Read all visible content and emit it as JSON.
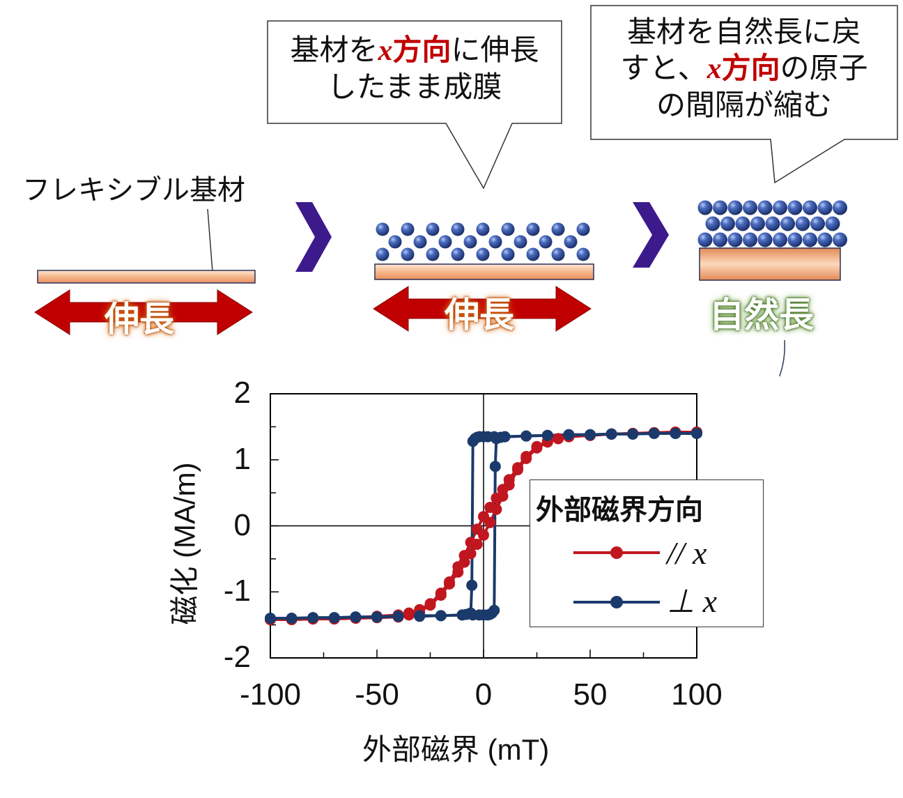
{
  "callouts": {
    "middle": {
      "l1_pre": "基材を",
      "l1_x": "x",
      "l1_hl": "方向",
      "l1_post": "に伸長",
      "l2": "したまま成膜"
    },
    "right": {
      "l1": "基材を自然長に戻",
      "l2_pre": "すと、",
      "l2_x": "x",
      "l2_hl": "方向",
      "l2_post": "の原子",
      "l3": "の間隔が縮む"
    }
  },
  "substrate_label": "フレキシブル基材",
  "stages": {
    "stage1_label": "伸長",
    "stage2_label": "伸長",
    "stage3_label": "自然長"
  },
  "colors": {
    "arrow_red": "#c00000",
    "chevron": "#3d1a8c",
    "atom": "#2f4f9f",
    "substrate": "#f0a070",
    "series_parallel": "#c0161f",
    "series_perp": "#1b3a6b",
    "green_text": "#5a8a2e"
  },
  "chart_data": {
    "type": "line",
    "xlabel": "外部磁界 (mT)",
    "ylabel": "磁化 (MA/m)",
    "xlim": [
      -100,
      100
    ],
    "ylim": [
      -2,
      2
    ],
    "xticks": [
      "-100",
      "-50",
      "0",
      "50",
      "100"
    ],
    "yticks": [
      "2",
      "1",
      "0",
      "-1",
      "-2"
    ],
    "grid": false,
    "legend": {
      "title": "外部磁界方向",
      "position": "right-center"
    },
    "series": [
      {
        "name": "// x",
        "color": "#c0161f",
        "branches": [
          [
            [
              -100,
              -1.42
            ],
            [
              -90,
              -1.42
            ],
            [
              -80,
              -1.41
            ],
            [
              -70,
              -1.41
            ],
            [
              -60,
              -1.4
            ],
            [
              -50,
              -1.39
            ],
            [
              -40,
              -1.38
            ],
            [
              -35,
              -1.35
            ],
            [
              -30,
              -1.3
            ],
            [
              -25,
              -1.2
            ],
            [
              -20,
              -1.05
            ],
            [
              -16,
              -0.88
            ],
            [
              -12,
              -0.7
            ],
            [
              -9,
              -0.55
            ],
            [
              -6,
              -0.42
            ],
            [
              -3,
              -0.28
            ],
            [
              0,
              -0.14
            ],
            [
              3,
              0.05
            ],
            [
              6,
              0.25
            ],
            [
              9,
              0.45
            ],
            [
              12,
              0.62
            ],
            [
              16,
              0.85
            ],
            [
              20,
              1.02
            ],
            [
              25,
              1.18
            ],
            [
              30,
              1.27
            ],
            [
              35,
              1.32
            ],
            [
              40,
              1.35
            ],
            [
              50,
              1.37
            ],
            [
              60,
              1.39
            ],
            [
              70,
              1.4
            ],
            [
              80,
              1.41
            ],
            [
              90,
              1.42
            ],
            [
              100,
              1.42
            ]
          ],
          [
            [
              100,
              1.42
            ],
            [
              90,
              1.42
            ],
            [
              80,
              1.41
            ],
            [
              70,
              1.4
            ],
            [
              60,
              1.39
            ],
            [
              50,
              1.37
            ],
            [
              40,
              1.35
            ],
            [
              35,
              1.32
            ],
            [
              30,
              1.28
            ],
            [
              25,
              1.2
            ],
            [
              20,
              1.05
            ],
            [
              16,
              0.88
            ],
            [
              12,
              0.7
            ],
            [
              9,
              0.55
            ],
            [
              6,
              0.42
            ],
            [
              3,
              0.28
            ],
            [
              0,
              0.14
            ],
            [
              -3,
              -0.05
            ],
            [
              -6,
              -0.25
            ],
            [
              -9,
              -0.45
            ],
            [
              -12,
              -0.62
            ],
            [
              -16,
              -0.85
            ],
            [
              -20,
              -1.02
            ],
            [
              -25,
              -1.18
            ],
            [
              -30,
              -1.27
            ],
            [
              -35,
              -1.32
            ],
            [
              -40,
              -1.35
            ],
            [
              -50,
              -1.37
            ],
            [
              -60,
              -1.39
            ],
            [
              -70,
              -1.4
            ],
            [
              -80,
              -1.41
            ],
            [
              -90,
              -1.42
            ],
            [
              -100,
              -1.42
            ]
          ]
        ]
      },
      {
        "name": "⊥ x",
        "color": "#1b3a6b",
        "branches": [
          [
            [
              -100,
              -1.4
            ],
            [
              -90,
              -1.4
            ],
            [
              -80,
              -1.39
            ],
            [
              -70,
              -1.39
            ],
            [
              -60,
              -1.38
            ],
            [
              -50,
              -1.38
            ],
            [
              -40,
              -1.37
            ],
            [
              -30,
              -1.36
            ],
            [
              -20,
              -1.36
            ],
            [
              -10,
              -1.35
            ],
            [
              -5,
              -1.35
            ],
            [
              -2,
              -1.35
            ],
            [
              0,
              -1.35
            ],
            [
              2,
              -1.35
            ],
            [
              3,
              -1.34
            ],
            [
              4,
              -1.32
            ],
            [
              5,
              -1.28
            ],
            [
              5.5,
              0.9
            ],
            [
              6,
              1.32
            ],
            [
              8,
              1.34
            ],
            [
              10,
              1.35
            ],
            [
              20,
              1.36
            ],
            [
              30,
              1.37
            ],
            [
              40,
              1.38
            ],
            [
              50,
              1.38
            ],
            [
              60,
              1.39
            ],
            [
              70,
              1.39
            ],
            [
              80,
              1.4
            ],
            [
              90,
              1.4
            ],
            [
              100,
              1.4
            ]
          ],
          [
            [
              100,
              1.4
            ],
            [
              90,
              1.4
            ],
            [
              80,
              1.4
            ],
            [
              70,
              1.39
            ],
            [
              60,
              1.39
            ],
            [
              50,
              1.38
            ],
            [
              40,
              1.38
            ],
            [
              30,
              1.37
            ],
            [
              20,
              1.36
            ],
            [
              10,
              1.35
            ],
            [
              5,
              1.35
            ],
            [
              2,
              1.35
            ],
            [
              0,
              1.35
            ],
            [
              -2,
              1.35
            ],
            [
              -3,
              1.34
            ],
            [
              -4,
              1.32
            ],
            [
              -5,
              1.28
            ],
            [
              -5.5,
              -0.9
            ],
            [
              -6,
              -1.32
            ],
            [
              -8,
              -1.34
            ],
            [
              -10,
              -1.35
            ],
            [
              -20,
              -1.36
            ],
            [
              -30,
              -1.37
            ],
            [
              -40,
              -1.37
            ],
            [
              -50,
              -1.38
            ],
            [
              -60,
              -1.38
            ],
            [
              -70,
              -1.39
            ],
            [
              -80,
              -1.39
            ],
            [
              -90,
              -1.4
            ],
            [
              -100,
              -1.4
            ]
          ]
        ]
      }
    ]
  }
}
